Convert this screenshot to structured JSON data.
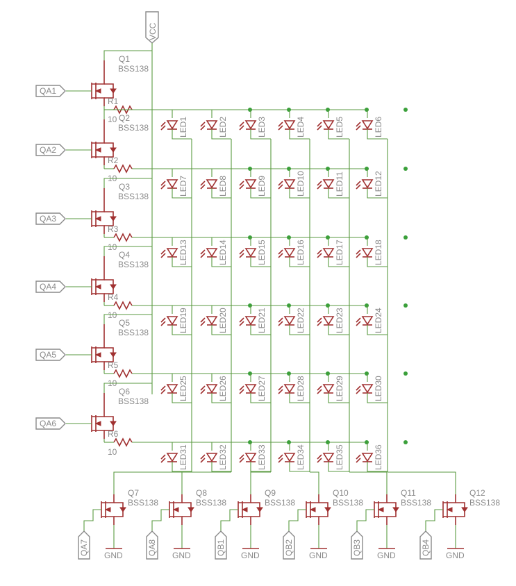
{
  "schematic": {
    "supply": "VCC",
    "ground": "GND",
    "row_drivers": [
      {
        "transistor": "Q1",
        "part": "BSS138",
        "resistor": "R1",
        "resistor_value": "10",
        "input": "QA1"
      },
      {
        "transistor": "Q2",
        "part": "BSS138",
        "resistor": "R2",
        "resistor_value": "10",
        "input": "QA2"
      },
      {
        "transistor": "Q3",
        "part": "BSS138",
        "resistor": "R3",
        "resistor_value": "10",
        "input": "QA3"
      },
      {
        "transistor": "Q4",
        "part": "BSS138",
        "resistor": "R4",
        "resistor_value": "10",
        "input": "QA4"
      },
      {
        "transistor": "Q5",
        "part": "BSS138",
        "resistor": "R5",
        "resistor_value": "10",
        "input": "QA5"
      },
      {
        "transistor": "Q6",
        "part": "BSS138",
        "resistor": "R6",
        "resistor_value": "10",
        "input": "QA6"
      }
    ],
    "column_drivers": [
      {
        "transistor": "Q7",
        "part": "BSS138",
        "input": "QA7"
      },
      {
        "transistor": "Q8",
        "part": "BSS138",
        "input": "QA8"
      },
      {
        "transistor": "Q9",
        "part": "BSS138",
        "input": "QB1"
      },
      {
        "transistor": "Q10",
        "part": "BSS138",
        "input": "QB2"
      },
      {
        "transistor": "Q11",
        "part": "BSS138",
        "input": "QB3"
      },
      {
        "transistor": "Q12",
        "part": "BSS138",
        "input": "QB4"
      }
    ],
    "leds": [
      [
        "LED1",
        "LED2",
        "LED3",
        "LED4",
        "LED5",
        "LED6"
      ],
      [
        "LED7",
        "LED8",
        "LED9",
        "LED10",
        "LED11",
        "LED12"
      ],
      [
        "LED13",
        "LED14",
        "LED15",
        "LED16",
        "LED17",
        "LED18"
      ],
      [
        "LED19",
        "LED20",
        "LED21",
        "LED22",
        "LED23",
        "LED24"
      ],
      [
        "LED25",
        "LED26",
        "LED27",
        "LED28",
        "LED29",
        "LED30"
      ],
      [
        "LED31",
        "LED32",
        "LED33",
        "LED34",
        "LED35",
        "LED36"
      ]
    ]
  },
  "colors": {
    "wire": "#5a9a40",
    "component": "#a03030",
    "label": "#8a8a8a",
    "junction": "#3aa03a"
  }
}
